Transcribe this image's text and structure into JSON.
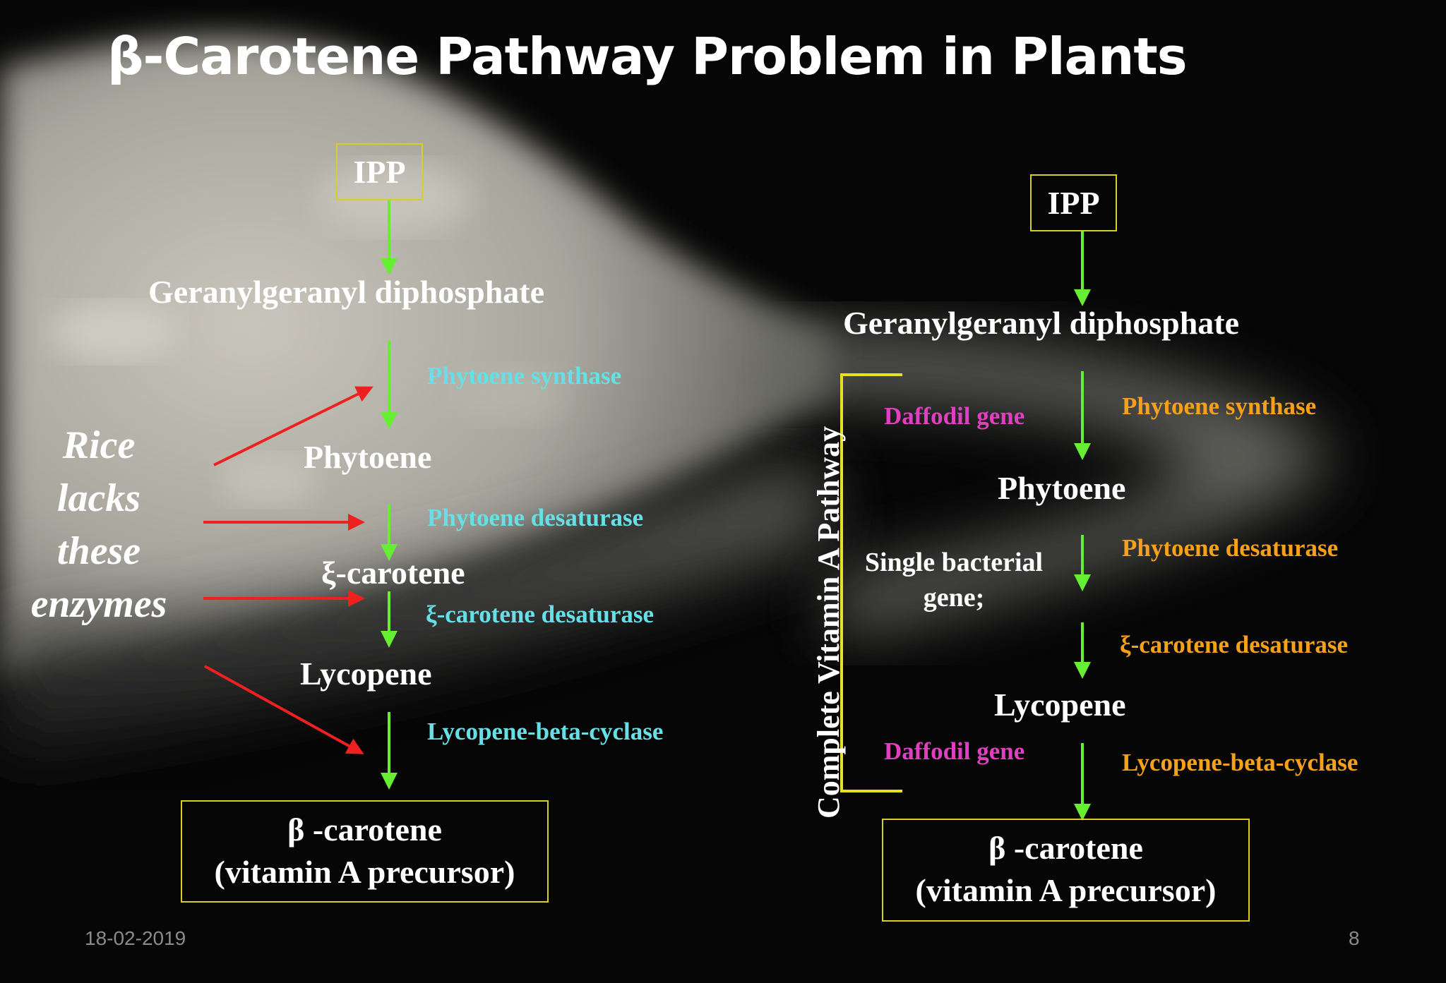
{
  "slide": {
    "title": "β-Carotene Pathway Problem in Plants",
    "date": "18-02-2019",
    "page_number": "8"
  },
  "left_pathway": {
    "start": "IPP",
    "ggpp": "Geranylgeranyl diphosphate",
    "phytoene": "Phytoene",
    "zeta_carotene": "ξ-carotene",
    "lycopene": "Lycopene",
    "end_line1": "β -carotene",
    "end_line2": "(vitamin A precursor)",
    "enzymes": [
      "Phytoene synthase",
      "Phytoene desaturase",
      "ξ-carotene desaturase",
      "Lycopene-beta-cyclase"
    ],
    "side_note": [
      "Rice",
      "lacks",
      "these",
      "enzymes"
    ]
  },
  "right_pathway": {
    "start": "IPP",
    "ggpp": "Geranylgeranyl diphosphate",
    "phytoene": "Phytoene",
    "lycopene": "Lycopene",
    "end_line1": "β -carotene",
    "end_line2": "(vitamin A precursor)",
    "enzymes": [
      "Phytoene synthase",
      "Phytoene desaturase",
      "ξ-carotene desaturase",
      "Lycopene-beta-cyclase"
    ],
    "daffodil_gene_1": "Daffodil gene",
    "daffodil_gene_2": "Daffodil gene",
    "bacterial_line1": "Single bacterial",
    "bacterial_line2": "gene;",
    "bracket_label": "Complete Vitamin A Pathway"
  },
  "colors": {
    "arrow_green": "#66ee33",
    "arrow_red": "#ee2020",
    "box_border": "#d8d020",
    "enzyme_left": "#66e0e6",
    "enzyme_right": "#f7a11a",
    "daffodil": "#e040c0"
  }
}
